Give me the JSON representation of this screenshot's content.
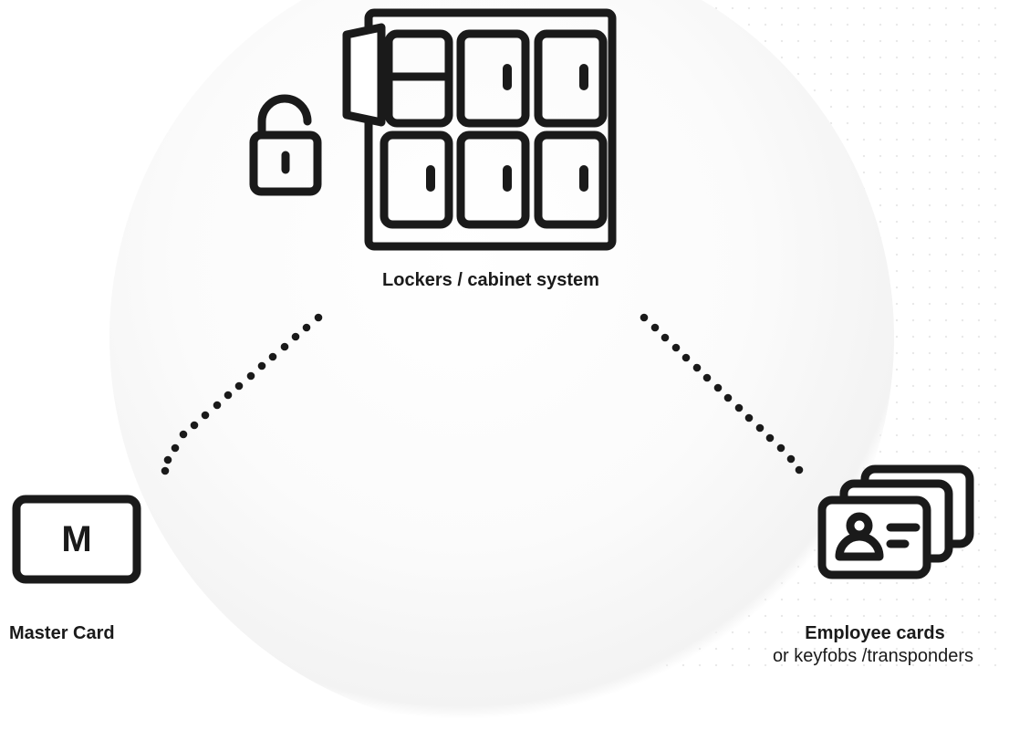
{
  "locker_system": {
    "label": "Lockers / cabinet system"
  },
  "master_card": {
    "letter": "M",
    "label": "Master Card"
  },
  "employee_cards": {
    "title": "Employee cards",
    "subtitle": "or keyfobs /transponders"
  },
  "icons": [
    "padlock-open-icon",
    "locker-cabinet-icon",
    "master-card-icon",
    "employee-cards-icon"
  ],
  "colors": {
    "stroke": "#1a1a1a",
    "background": "#ffffff",
    "dots": "#e9e9e9"
  }
}
